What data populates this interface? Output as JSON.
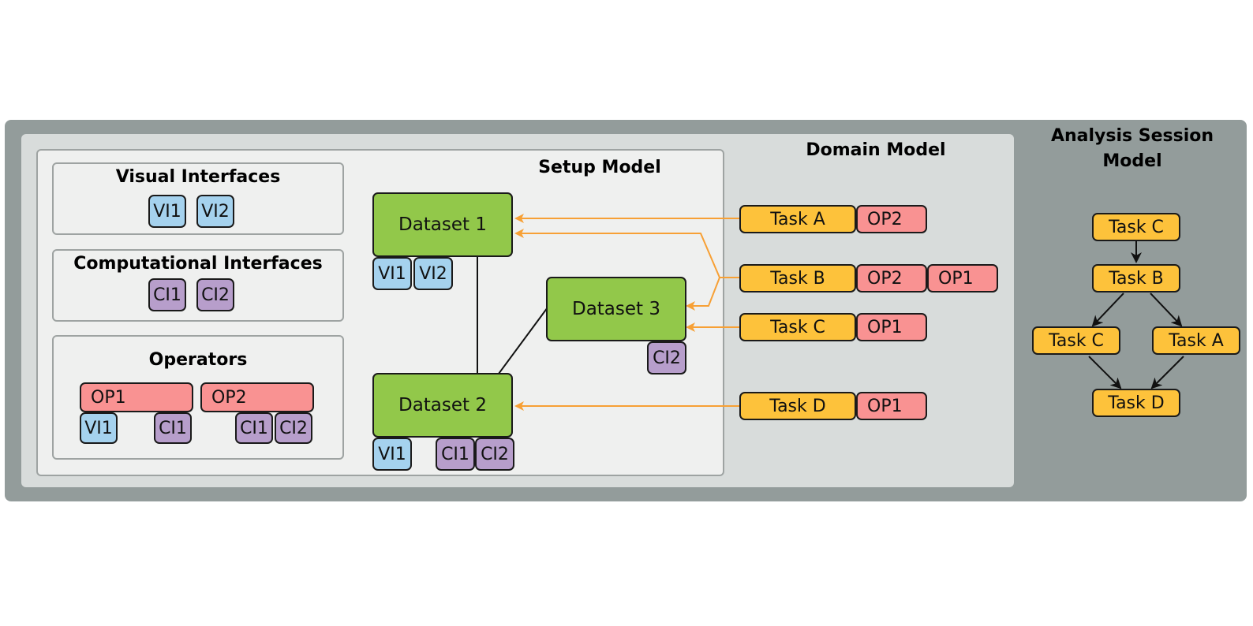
{
  "colors": {
    "frame": "#939c9b",
    "domain_panel": "#d8dcdb",
    "setup_panel": "#eff0ef",
    "visual_interface": "#a5d2ee",
    "computational_interface": "#b79ecb",
    "operator": "#f99292",
    "task": "#fdc23b",
    "dataset": "#92c84a",
    "task_link": "#f7a035"
  },
  "titles": {
    "analysis_session_line1": "Analysis Session",
    "analysis_session_line2": "Model",
    "domain_model": "Domain Model",
    "setup_model": "Setup Model"
  },
  "visual_interfaces": {
    "title": "Visual Interfaces",
    "items": [
      "VI1",
      "VI2"
    ]
  },
  "computational_interfaces": {
    "title": "Computational Interfaces",
    "items": [
      "CI1",
      "CI2"
    ]
  },
  "operators": {
    "title": "Operators",
    "items": [
      {
        "label": "OP1",
        "interfaces": [
          "VI1",
          "CI1"
        ]
      },
      {
        "label": "OP2",
        "interfaces": [
          "CI1",
          "CI2"
        ]
      }
    ]
  },
  "datasets": [
    {
      "label": "Dataset 1",
      "interfaces": [
        "VI1",
        "VI2"
      ]
    },
    {
      "label": "Dataset 2",
      "interfaces": [
        "VI1",
        "CI1",
        "CI2"
      ]
    },
    {
      "label": "Dataset 3",
      "interfaces": [
        "CI2"
      ]
    }
  ],
  "tasks": [
    {
      "label": "Task A",
      "operators": [
        "OP2"
      ]
    },
    {
      "label": "Task B",
      "operators": [
        "OP2",
        "OP1"
      ]
    },
    {
      "label": "Task C",
      "operators": [
        "OP1"
      ]
    },
    {
      "label": "Task D",
      "operators": [
        "OP1"
      ]
    }
  ],
  "session": {
    "nodes": [
      "Task C",
      "Task B",
      "Task C",
      "Task A",
      "Task D"
    ]
  }
}
